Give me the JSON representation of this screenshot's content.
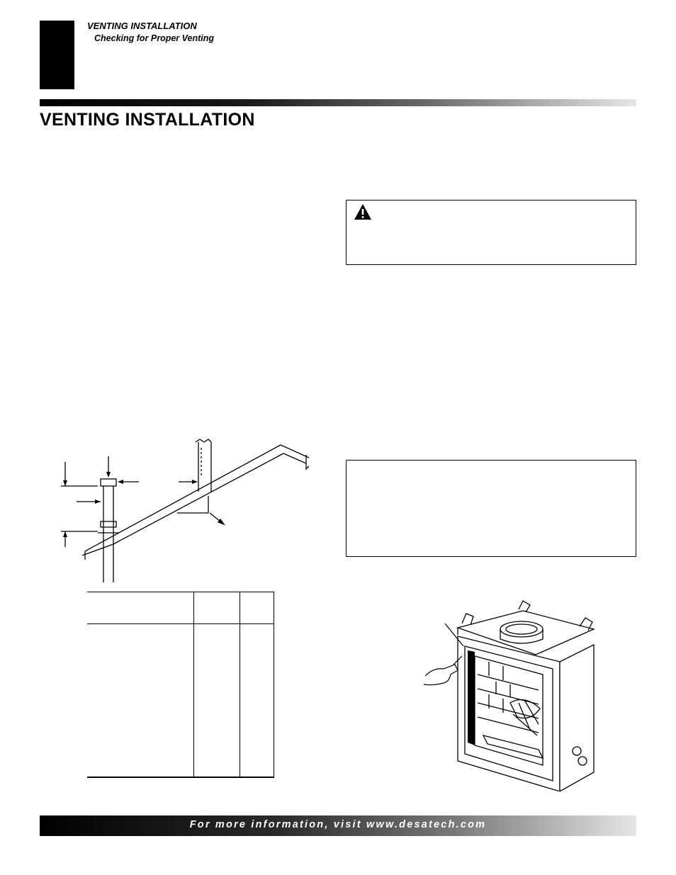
{
  "header": {
    "section": "VENTING INSTALLATION",
    "subsection": "Checking for Proper Venting"
  },
  "page_title": "VENTING INSTALLATION",
  "footer": {
    "text": "For more information, visit www.desatech.com"
  },
  "icons": {
    "warning": "warning-triangle-icon"
  },
  "colors": {
    "text": "#000000",
    "background": "#ffffff",
    "footer_text": "#ffffff"
  }
}
